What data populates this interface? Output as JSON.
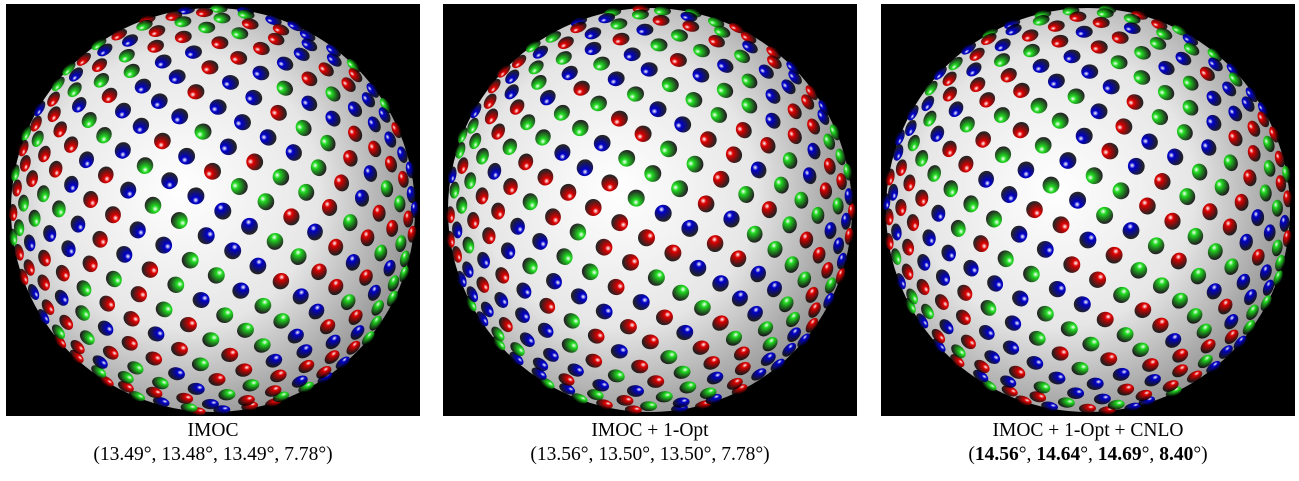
{
  "panels": [
    {
      "title": "IMOC",
      "values": [
        "13.49",
        "13.48",
        "13.49",
        "7.78"
      ],
      "bold": false
    },
    {
      "title": "IMOC + 1-Opt",
      "values": [
        "13.56",
        "13.50",
        "13.50",
        "7.78"
      ],
      "bold": false
    },
    {
      "title": "IMOC + 1-Opt + CNLO",
      "values": [
        "14.56",
        "14.64",
        "14.69",
        "8.40"
      ],
      "bold": true
    }
  ],
  "degree_symbol": "°",
  "colors": {
    "background": "#000000",
    "sphere_light": "#ffffff",
    "sphere_dark": "#8a8a8a",
    "red": "#e00000",
    "green": "#22dd22",
    "blue": "#0000cc"
  }
}
